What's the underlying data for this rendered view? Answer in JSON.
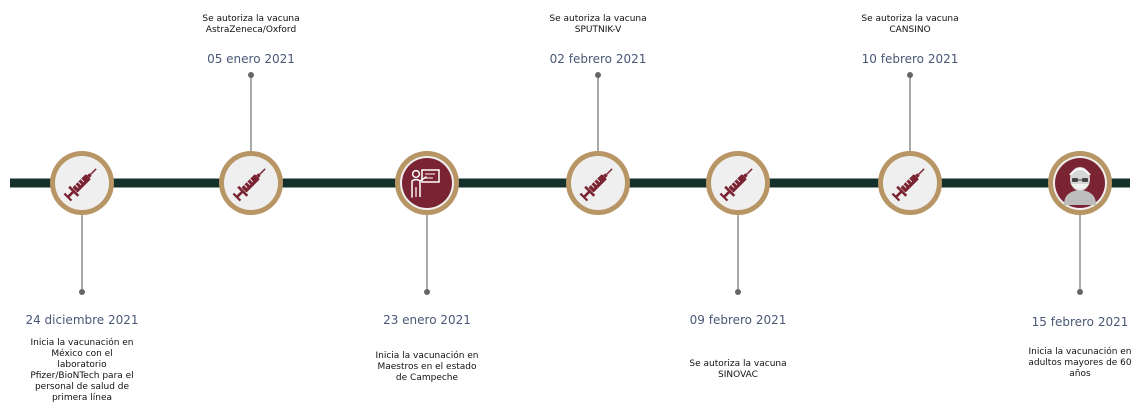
{
  "colors": {
    "timeline_line": "#14302a",
    "ring_gold": "#b89564",
    "ring_inner": "#efefef",
    "accent_maroon": "#7a2433",
    "connector": "#8c8c8c",
    "date_text": "#4a5876",
    "desc_text": "#111111"
  },
  "events": [
    {
      "date": "24 diciembre 2021",
      "description": [
        "Inicia la vacunación en",
        "México con el",
        "laboratorio",
        "Pfizer/BioNTech para el",
        "personal de salud de",
        "primera línea"
      ],
      "icon": "syringe-icon",
      "position": "below",
      "highlight": false
    },
    {
      "date": "05 enero 2021",
      "description": [
        "Se autoriza la vacuna",
        "AstraZeneca/Oxford"
      ],
      "icon": "syringe-icon",
      "position": "above",
      "highlight": false
    },
    {
      "date": "23 enero  2021",
      "description": [
        "Inicia la vacunación en",
        "Maestros en el estado",
        "de Campeche"
      ],
      "icon": "teacher-icon",
      "position": "below",
      "highlight": true
    },
    {
      "date": "02 febrero 2021",
      "description": [
        "Se autoriza la vacuna",
        "SPUTNIK-V"
      ],
      "icon": "syringe-icon",
      "position": "above",
      "highlight": false
    },
    {
      "date": "09 febrero 2021",
      "description": [
        "Se autoriza la vacuna",
        "SINOVAC"
      ],
      "icon": "syringe-icon",
      "position": "below",
      "highlight": false
    },
    {
      "date": "10 febrero 2021",
      "description": [
        "Se autoriza la vacuna",
        "CANSINO"
      ],
      "icon": "syringe-icon",
      "position": "above",
      "highlight": false
    },
    {
      "date": "15 febrero 2021",
      "description": [
        "Inicia la vacunación en",
        "adultos mayores de 60",
        "años"
      ],
      "icon": "elderly-person-icon",
      "position": "below",
      "highlight": true
    }
  ]
}
